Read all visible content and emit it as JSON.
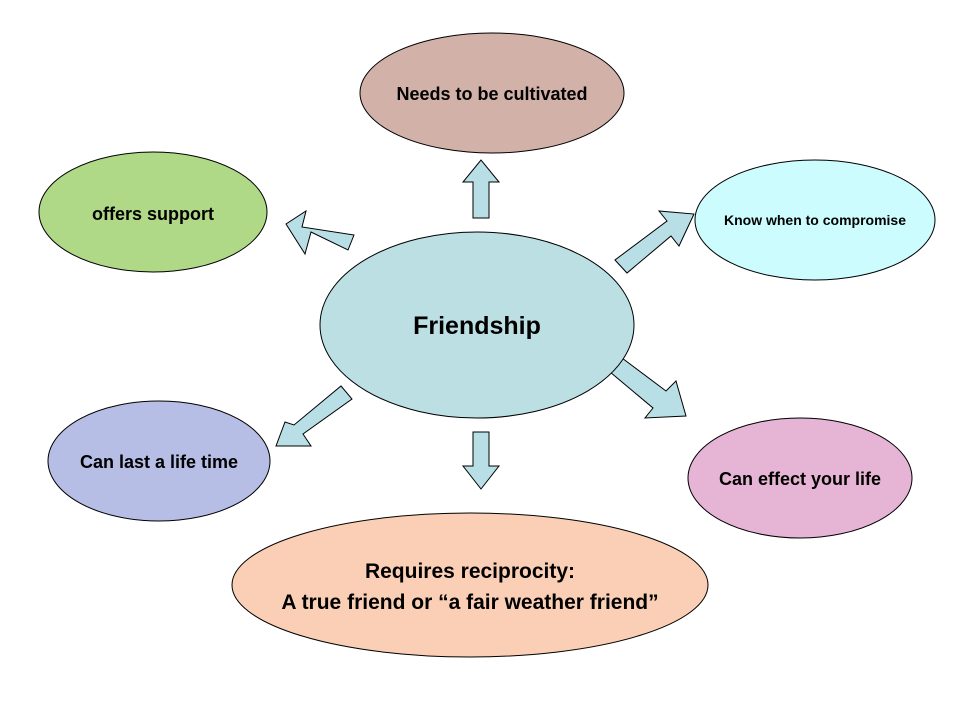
{
  "center": {
    "label": "Friendship",
    "color": "#bbdfe3"
  },
  "nodes": [
    {
      "id": "cultivated",
      "label": "Needs to be cultivated",
      "color": "#d2b1a8"
    },
    {
      "id": "support",
      "label": "offers support",
      "color": "#afd887"
    },
    {
      "id": "compromise",
      "label": "Know when to compromise",
      "color": "#ccfcfe"
    },
    {
      "id": "lifetime",
      "label": "Can last a life time",
      "color": "#b7bee5"
    },
    {
      "id": "effect",
      "label": "Can effect your life",
      "color": "#e6b4d4"
    },
    {
      "id": "reciprocity",
      "label_line1": "Requires reciprocity:",
      "label_line2": "A true friend or “a fair weather friend”",
      "color": "#facfb5"
    }
  ],
  "arrow_color": "#b7dfe5"
}
